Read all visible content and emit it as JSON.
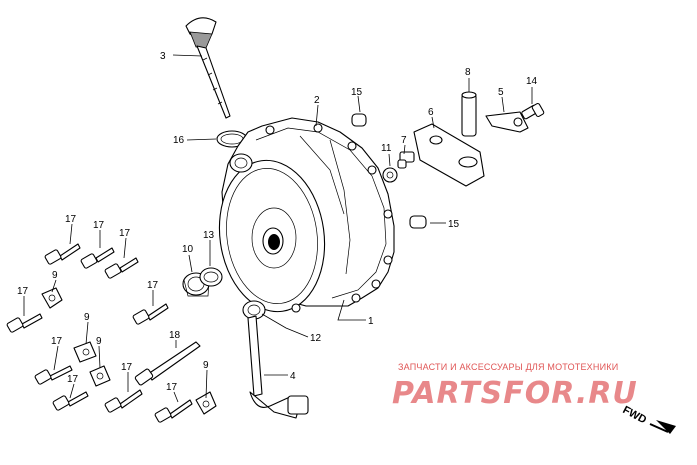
{
  "labels": {
    "l3": "3",
    "l2": "2",
    "l15a": "15",
    "l8": "8",
    "l5": "5",
    "l14": "14",
    "l6": "6",
    "l16": "16",
    "l7": "7",
    "l11": "11",
    "l15b": "15",
    "l10": "10",
    "l13": "13",
    "l17a": "17",
    "l17b": "17",
    "l17c": "17",
    "l9a": "9",
    "l17d": "17",
    "l17e": "17",
    "l1": "1",
    "l12": "12",
    "l9b": "9",
    "l17f": "17",
    "l9c": "9",
    "l18": "18",
    "l17g": "17",
    "l17h": "17",
    "l4": "4",
    "l9d": "9",
    "l17i": "17"
  },
  "watermark": {
    "caption": "ЗАПЧАСТИ И АКСЕССУАРЫ ДЛЯ МОТОТЕХНИКИ",
    "logo": "PARTSFOR.RU"
  },
  "direction": "FWD",
  "colors": {
    "watermark_red": "#e05656",
    "ink": "#000000"
  }
}
